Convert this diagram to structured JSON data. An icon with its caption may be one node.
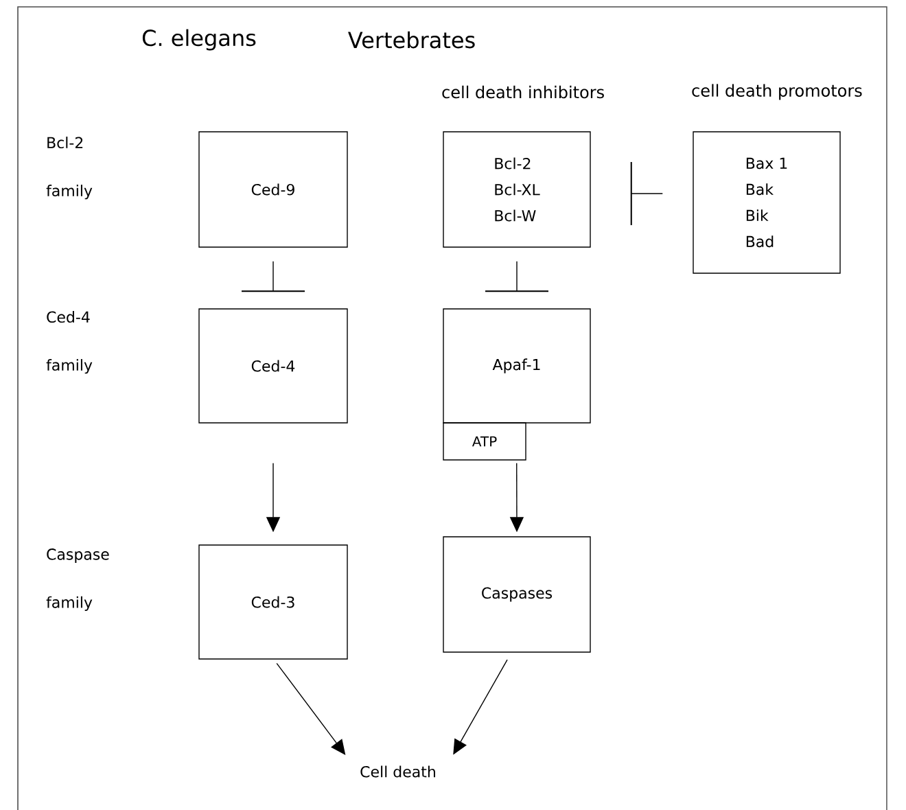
{
  "diagram": {
    "nodes": [
      {
        "text": [
          "Ced-9"
        ]
      },
      {
        "text": [
          "Bcl-2",
          "Bcl-XL",
          "Bcl-W"
        ]
      },
      {
        "text": [
          "Bax 1",
          "Bak",
          "Bik",
          "Bad"
        ]
      },
      {
        "text": [
          "Ced-4"
        ]
      },
      {
        "text": [
          "Apaf-1"
        ]
      },
      {
        "text": [
          "ATP"
        ]
      },
      {
        "text": [
          "Ced-3"
        ]
      },
      {
        "text": [
          "Caspases"
        ]
      },
      {
        "text": [
          "Cell death"
        ]
      }
    ],
    "edges": [
      {
        "from": 0,
        "to": 3,
        "arrow": "other"
      },
      {
        "from": 1,
        "to": 4,
        "arrow": "other"
      },
      {
        "from": 2,
        "to": 1,
        "arrow": "other"
      },
      {
        "from": 3,
        "to": 6,
        "arrow": "to"
      },
      {
        "from": 5,
        "to": 7,
        "arrow": "to"
      },
      {
        "from": 6,
        "to": 8,
        "arrow": "to"
      },
      {
        "from": 7,
        "to": 8,
        "arrow": "to"
      }
    ],
    "labels": [
      "C. elegans",
      "Vertebrates",
      "cell death inhibitors",
      "cell death promotors",
      "Bcl-2 family",
      "Ced-4 family",
      "Caspase family"
    ]
  }
}
